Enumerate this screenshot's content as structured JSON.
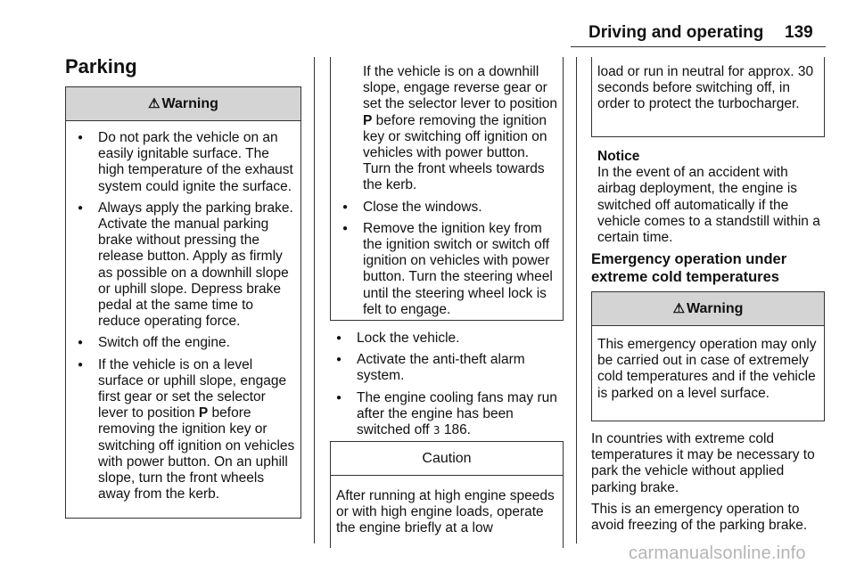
{
  "header": {
    "title": "Driving and operating",
    "page_number": "139"
  },
  "section_title": "Parking",
  "warning_box_1": {
    "title": "Warning",
    "items": [
      "Do not park the vehicle on an easily ignitable surface. The high temperature of the exhaust system could ignite the surface.",
      "Always apply the parking brake. Activate the manual parking brake without pressing the release button. Apply as firmly as possible on a downhill slope or uphill slope. Depress brake pedal at the same time to reduce operating force.",
      "Switch off the engine."
    ],
    "item4": {
      "before": "If the vehicle is on a level surface or uphill slope, engage first gear or set the selector lever to position ",
      "bold": "P",
      "after": " before removing the ignition key or switching off ignition on vehicles with power button. On an uphill slope, turn the front wheels away from the kerb."
    }
  },
  "warning_box_1_cont": {
    "intro_before": "If the vehicle is on a downhill slope, engage reverse gear or set the selector lever to position ",
    "intro_bold": "P",
    "intro_after": " before removing the ignition key or switching off ignition on vehicles with power button. Turn the front wheels towards the kerb.",
    "items": [
      "Close the windows.",
      "Remove the ignition key from the ignition switch or switch off ignition on vehicles with power button. Turn the steering wheel until the steering wheel lock is felt to engage."
    ]
  },
  "middle_bullets": [
    "Lock the vehicle.",
    "Activate the anti-theft alarm system."
  ],
  "cooling_bullet": {
    "text": "The engine cooling fans may run after the engine has been switched off ",
    "ref_symbol": "3",
    "ref_page": " 186."
  },
  "caution_box": {
    "title": "Caution",
    "text": "After running at high engine speeds or with high engine loads, operate the engine briefly at a low",
    "continued": "load or run in neutral for approx. 30 seconds before switching off, in order to protect the turbocharger."
  },
  "notice": {
    "title": "Notice",
    "text": "In the event of an accident with airbag deployment, the engine is switched off automatically if the vehicle comes to a standstill within a certain time."
  },
  "emergency_heading": "Emergency operation under extreme cold temperatures",
  "warning_box_2": {
    "title": "Warning",
    "text": "This emergency operation may only be carried out in case of extremely cold temperatures and if the vehicle is parked on a level surface."
  },
  "paragraphs": [
    "In countries with extreme cold temperatures it may be necessary to park the vehicle without applied parking brake.",
    "This is an emergency operation to avoid freezing of the parking brake."
  ],
  "watermark": "carmanualsonline.info"
}
